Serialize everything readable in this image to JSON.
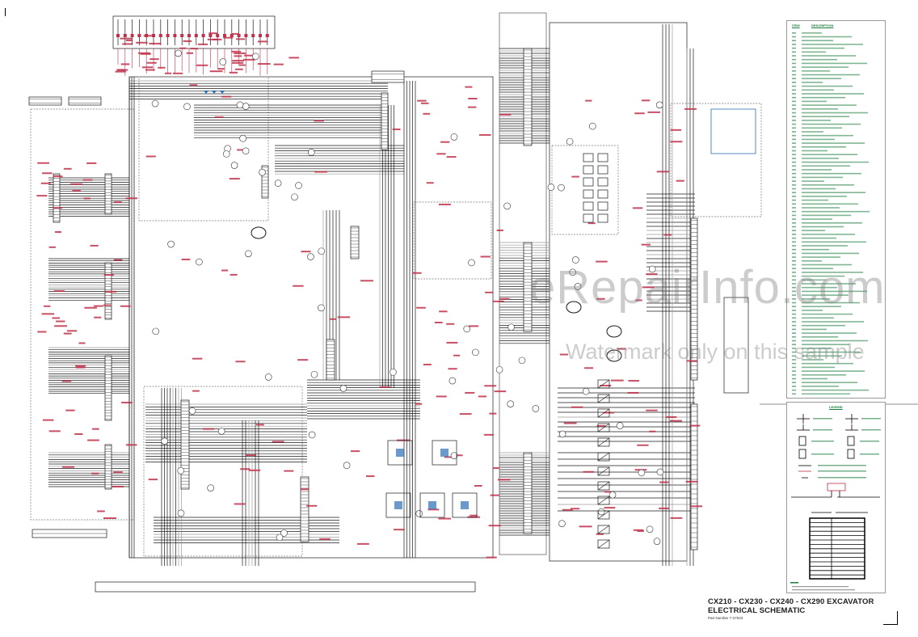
{
  "title_block": {
    "title": "CX210 - CX230 - CX240 - CX290 EXCAVATOR",
    "subtitle": "ELECTRICAL SCHEMATIC",
    "part_number": "Part Number 7-27023"
  },
  "items_panel": {
    "col_item": "ITEM",
    "col_description": "DESCRIPTION"
  },
  "legend_panel": {
    "title": "LEGEND"
  },
  "watermark": {
    "site": "eRepairInfo.com",
    "note": "Watermark only on this sample"
  },
  "colors": {
    "wire": "#1a1a1a",
    "label_red": "#c0304a",
    "accent_blue": "#2a6fb5",
    "legend_green": "#1a7a3a",
    "harness_grey": "#9a9a9a"
  }
}
